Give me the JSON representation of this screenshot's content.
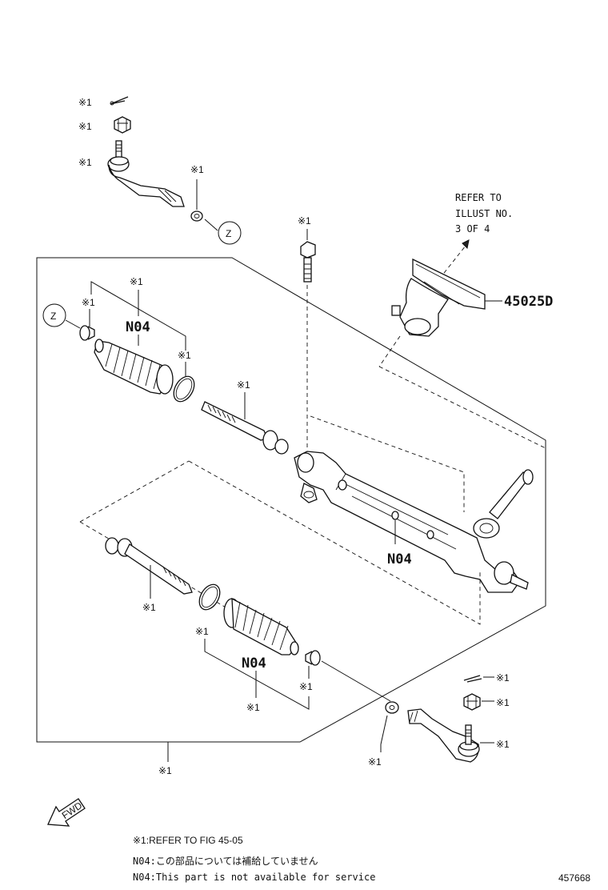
{
  "labels": {
    "ref": "※1",
    "assembly_code_top": "N04",
    "assembly_code_mid": "N04",
    "assembly_code_bottom": "N04",
    "bracket_code": "45025D",
    "refer_line1": "REFER TO",
    "refer_line2": "ILLUST NO.",
    "refer_line3": "3 OF 4",
    "circle_z": "Z",
    "fwd": "FWD"
  },
  "notes": {
    "line1": "※1:REFER TO FIG 45-05",
    "line2": "N04:この部品については補給していません",
    "line3": "N04:This part is not available for service"
  },
  "figure_id": "457668"
}
